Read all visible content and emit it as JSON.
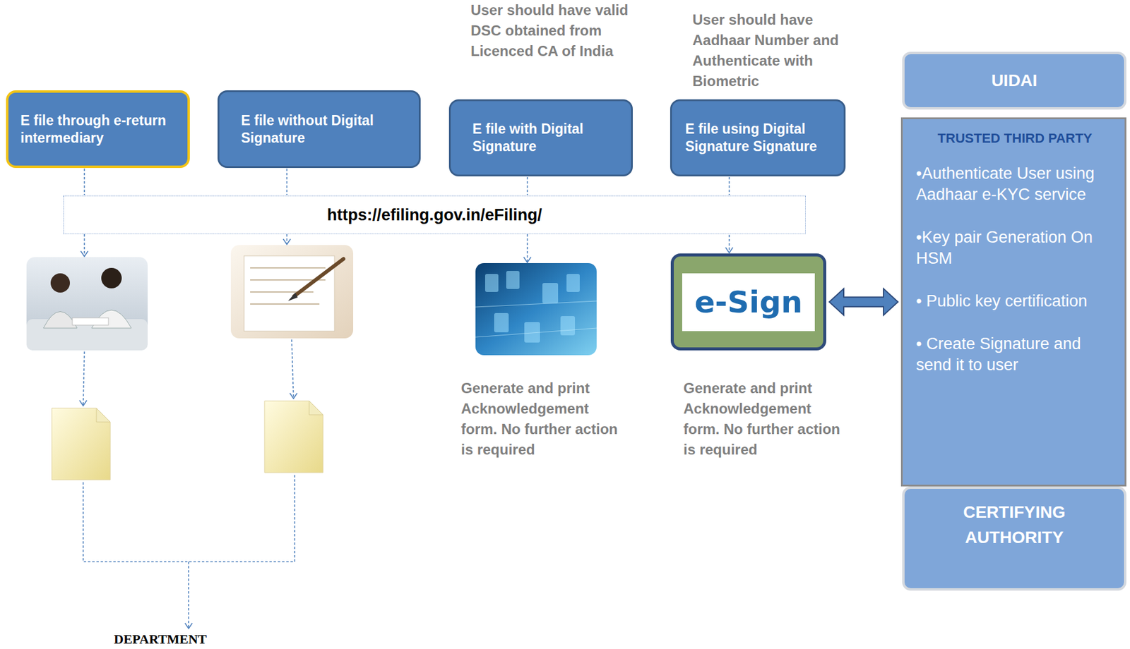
{
  "diagram": {
    "nodes": [
      {
        "text": [
          "E file through e-return intermediary"
        ]
      },
      {
        "text": [
          "E file without Digital Signature"
        ]
      },
      {
        "text": [
          "E file with Digital Signature"
        ]
      },
      {
        "text": [
          "E file using Digital Signature Signature"
        ]
      },
      {
        "text": [
          "https://efiling.gov.in/eFiling/"
        ]
      },
      {
        "text": [
          "e-Sign"
        ]
      },
      {
        "text": [
          "UIDAI"
        ]
      },
      {
        "text": [
          "TRUSTED THIRD PARTY",
          "•Authenticate User using Aadhaar e-KYC service",
          "•Key pair Generation On HSM",
          "• Public key certification",
          "• Create Signature and send it to user"
        ]
      },
      {
        "text": [
          "CERTIFYING AUTHORITY"
        ]
      }
    ],
    "edges": [
      {
        "from": 0,
        "to": 4,
        "arrow": "none"
      },
      {
        "from": 1,
        "to": 4,
        "arrow": "none"
      },
      {
        "from": 2,
        "to": 4,
        "arrow": "none"
      },
      {
        "from": 3,
        "to": 4,
        "arrow": "none"
      },
      {
        "from": 4,
        "to": 5,
        "arrow": "to"
      },
      {
        "from": 5,
        "to": 7,
        "arrow": "both"
      }
    ],
    "labels": [
      "User should have valid DSC obtained from Licenced CA of India",
      "User should have Aadhaar Number and Authenticate with Biometric",
      "Generate and print Acknowledgement form. No further action is required",
      "Generate and print Acknowledgement form. No further action is required",
      "DEPARTMENT"
    ]
  }
}
